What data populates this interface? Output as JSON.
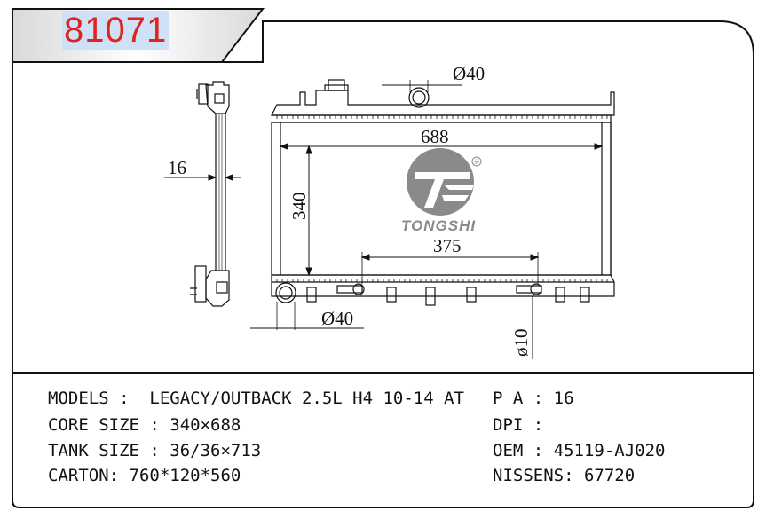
{
  "header": {
    "part_number": "81071"
  },
  "brand": {
    "name": "TONGSHI",
    "registered_mark": "®",
    "accent_color": "#8a8a8a"
  },
  "dimensions": {
    "inlet_diameter": "Ø40",
    "core_width": "688",
    "core_height": "340",
    "thickness": "16",
    "pipe_spacing": "375",
    "outlet_diameter": "Ø40",
    "small_pipe": "ø10"
  },
  "specs": {
    "models": "MODELS :  LEGACY/OUTBACK 2.5L H4 10-14 AT",
    "core_size": "CORE SIZE : 340×688",
    "tank_size": "TANK SIZE : 36/36×713",
    "carton": "CARTON: 760*120*560",
    "pa": "P A : 16",
    "dpi": "DPI :",
    "oem": "OEM : 45119-AJ020",
    "nissens": "NISSENS: 67720"
  },
  "colors": {
    "part_number": "#e0231c",
    "highlight": "#cfe0f7",
    "line": "#111111"
  }
}
